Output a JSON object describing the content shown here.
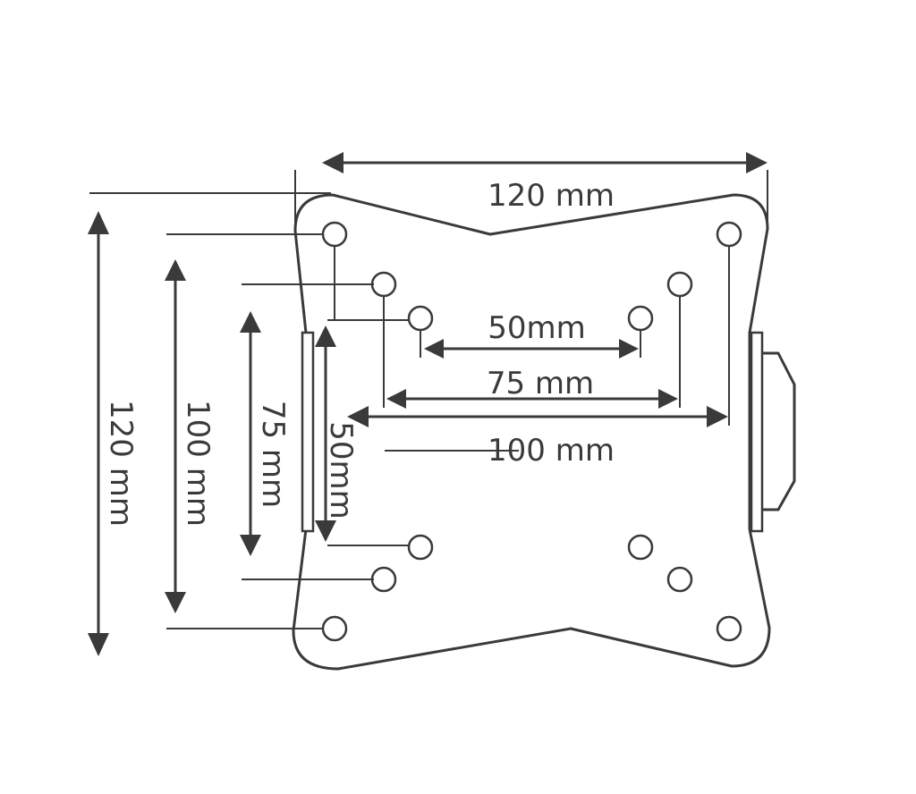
{
  "dimensions": {
    "top_width": "120 mm",
    "inner_50": "50mm",
    "inner_75": "75 mm",
    "inner_100": "100 mm",
    "left_120": "120 mm",
    "left_100": "100 mm",
    "left_75": "75 mm",
    "left_50": "50mm"
  },
  "colors": {
    "line": "#3a3a3a",
    "background": "#ffffff"
  }
}
